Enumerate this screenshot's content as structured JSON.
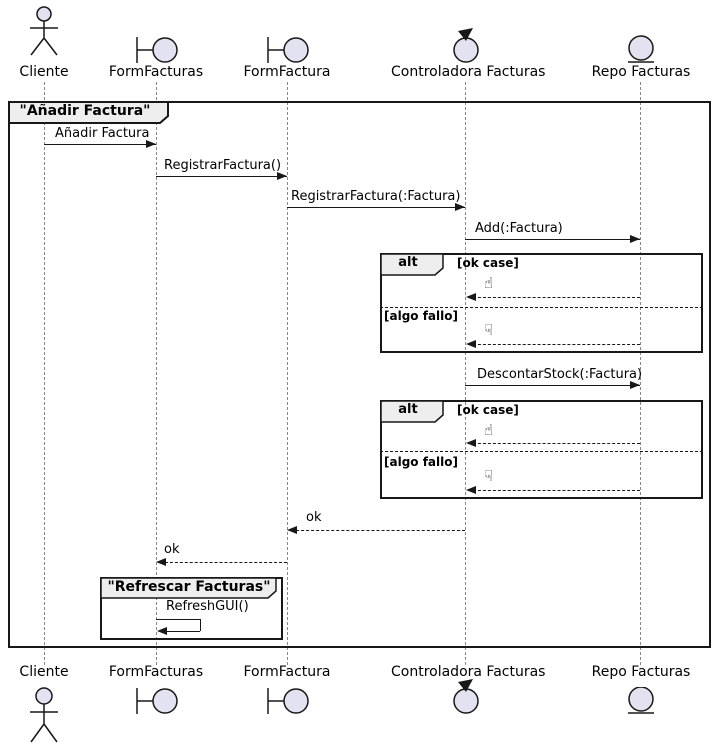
{
  "colors": {
    "participant_fill": "#E2E2F0",
    "label_fill": "#EEEEEE",
    "line": "#181818",
    "lifeline": "#888888",
    "background": "#FFFFFF"
  },
  "participants": {
    "cliente": {
      "label": "Cliente",
      "type": "actor"
    },
    "form_facturas": {
      "label": "FormFacturas",
      "type": "boundary"
    },
    "form_factura": {
      "label": "FormFactura",
      "type": "boundary"
    },
    "controladora": {
      "label": "Controladora Facturas",
      "type": "control"
    },
    "repo": {
      "label": "Repo Facturas",
      "type": "entity"
    }
  },
  "frame": {
    "title": "\"Añadir Factura\""
  },
  "group": {
    "title": "\"Refrescar Facturas\""
  },
  "messages": {
    "anadir": "Añadir Factura",
    "registrar": "RegistrarFactura()",
    "registrar_param": "RegistrarFactura(:Factura)",
    "add": "Add(:Factura)",
    "descontar": "DescontarStock(:Factura)",
    "ok": "ok",
    "refresh": "RefreshGUI()"
  },
  "alt_blocks": {
    "operator": "alt",
    "guard_ok": "[ok case]",
    "guard_fail": "[algo fallo]",
    "thumb_up": "☝",
    "thumb_down": "☟"
  }
}
